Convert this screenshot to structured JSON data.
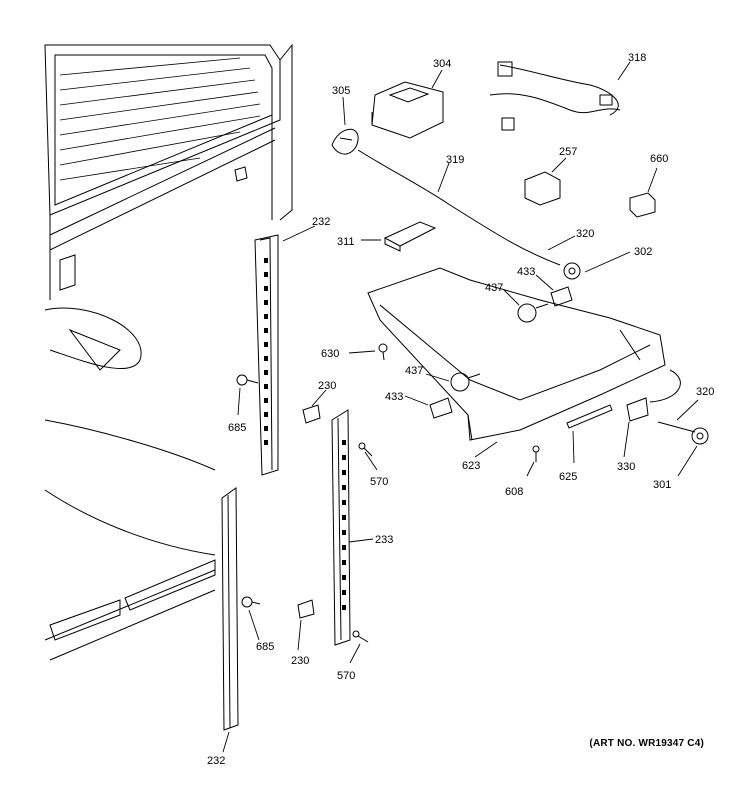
{
  "diagram": {
    "callouts": [
      {
        "id": "305",
        "text": "305"
      },
      {
        "id": "304",
        "text": "304"
      },
      {
        "id": "318",
        "text": "318"
      },
      {
        "id": "319",
        "text": "319"
      },
      {
        "id": "257",
        "text": "257"
      },
      {
        "id": "660",
        "text": "660"
      },
      {
        "id": "232a",
        "text": "232"
      },
      {
        "id": "311",
        "text": "311"
      },
      {
        "id": "320a",
        "text": "320"
      },
      {
        "id": "302",
        "text": "302"
      },
      {
        "id": "433a",
        "text": "433"
      },
      {
        "id": "437a",
        "text": "437"
      },
      {
        "id": "630",
        "text": "630"
      },
      {
        "id": "437b",
        "text": "437"
      },
      {
        "id": "433b",
        "text": "433"
      },
      {
        "id": "230a",
        "text": "230"
      },
      {
        "id": "685a",
        "text": "685"
      },
      {
        "id": "320b",
        "text": "320"
      },
      {
        "id": "570a",
        "text": "570"
      },
      {
        "id": "623",
        "text": "623"
      },
      {
        "id": "608",
        "text": "608"
      },
      {
        "id": "625",
        "text": "625"
      },
      {
        "id": "330",
        "text": "330"
      },
      {
        "id": "301",
        "text": "301"
      },
      {
        "id": "233",
        "text": "233"
      },
      {
        "id": "685b",
        "text": "685"
      },
      {
        "id": "230b",
        "text": "230"
      },
      {
        "id": "570b",
        "text": "570"
      },
      {
        "id": "232b",
        "text": "232"
      }
    ],
    "art_number": "(ART NO. WR19347 C4)"
  }
}
